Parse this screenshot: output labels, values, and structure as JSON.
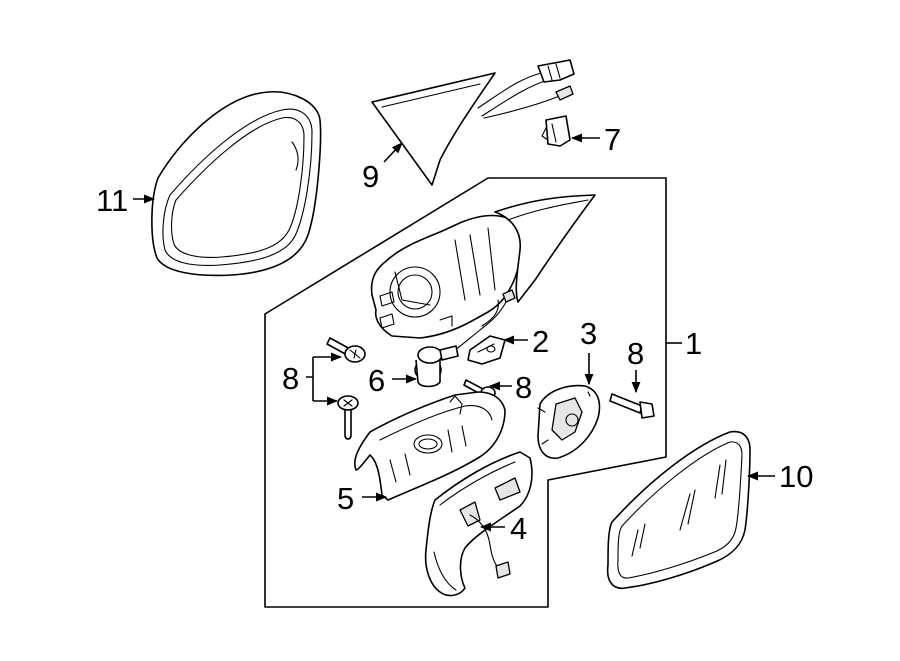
{
  "callouts": {
    "c1": "1",
    "c2": "2",
    "c3": "3",
    "c4": "4",
    "c5": "5",
    "c6": "6",
    "c7": "7",
    "c8a": "8",
    "c8b": "8",
    "c8c": "8",
    "c9": "9",
    "c10": "10",
    "c11": "11"
  }
}
